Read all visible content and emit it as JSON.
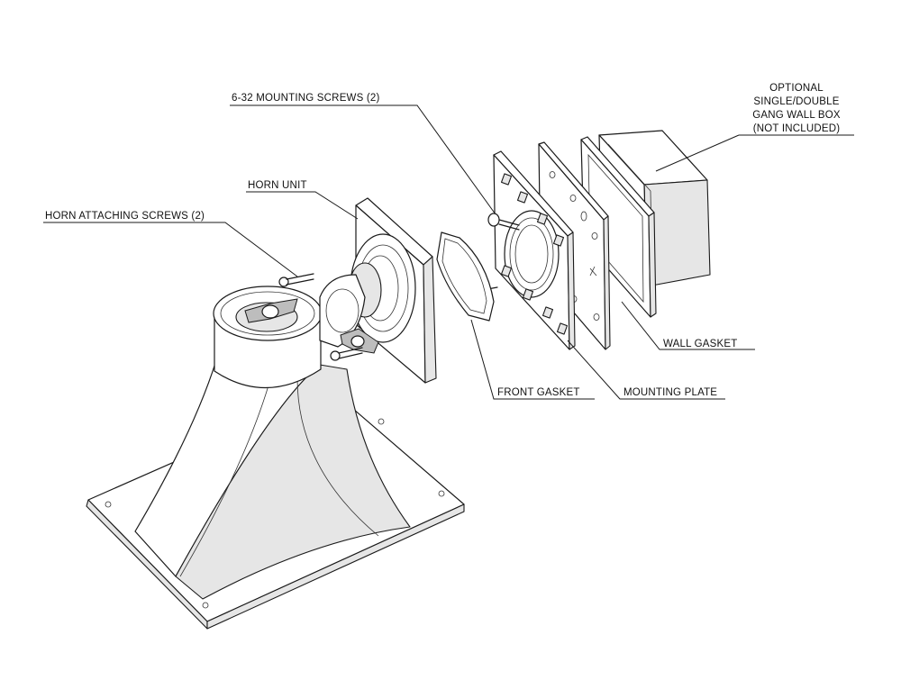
{
  "diagram": {
    "labels": {
      "mounting_screws": "6-32 MOUNTING SCREWS (2)",
      "horn_unit": "HORN UNIT",
      "horn_attaching_screws": "HORN ATTACHING SCREWS (2)",
      "wall_box_line1": "OPTIONAL",
      "wall_box_line2": "SINGLE/DOUBLE",
      "wall_box_line3": "GANG WALL BOX",
      "wall_box_line4": "(NOT INCLUDED)",
      "wall_gasket": "WALL GASKET",
      "front_gasket": "FRONT GASKET",
      "mounting_plate": "MOUNTING PLATE"
    },
    "colors": {
      "line": "#1a1a1a",
      "shade": "#e6e6e6",
      "background": "#ffffff"
    }
  }
}
